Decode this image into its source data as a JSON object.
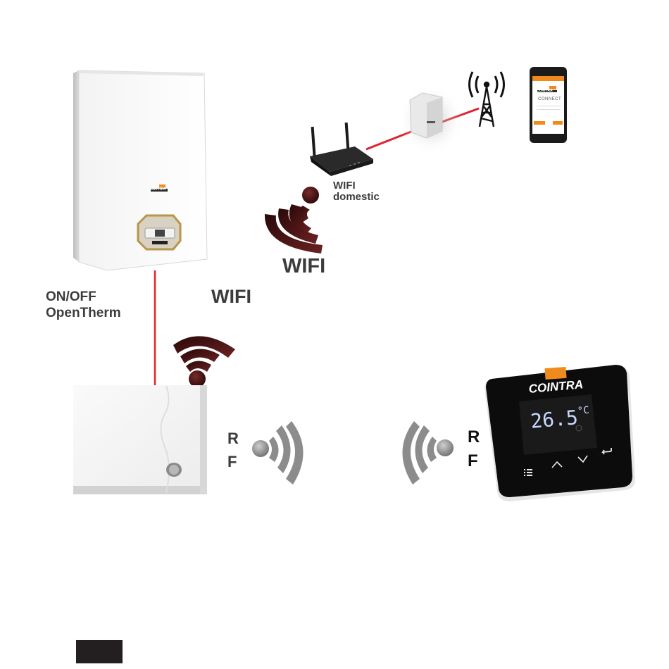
{
  "labels": {
    "wifi_domestic_line1": "WIFI",
    "wifi_domestic_line2": "domestic",
    "wifi_upper": "WIFI",
    "wifi_lower": "WIFI",
    "onoff_line1": "ON/OFF",
    "onoff_line2": "OpenTherm",
    "rf_left_r": "R",
    "rf_left_f": "F",
    "rf_right_r": "R",
    "rf_right_f": "F"
  },
  "devices": {
    "boiler": {
      "brand": "COINTRA"
    },
    "phone": {
      "brand": "COINTRA",
      "app_name": "CONNECT"
    },
    "thermostat": {
      "brand": "COINTRA",
      "temperature": "26.5",
      "unit": "°C"
    }
  },
  "colors": {
    "connection_line": "#e0222e",
    "wifi_icon": "#4a1414",
    "rf_icon": "#8c8c8c",
    "brand_orange": "#f08a1c",
    "text": "#3c3c3c"
  }
}
